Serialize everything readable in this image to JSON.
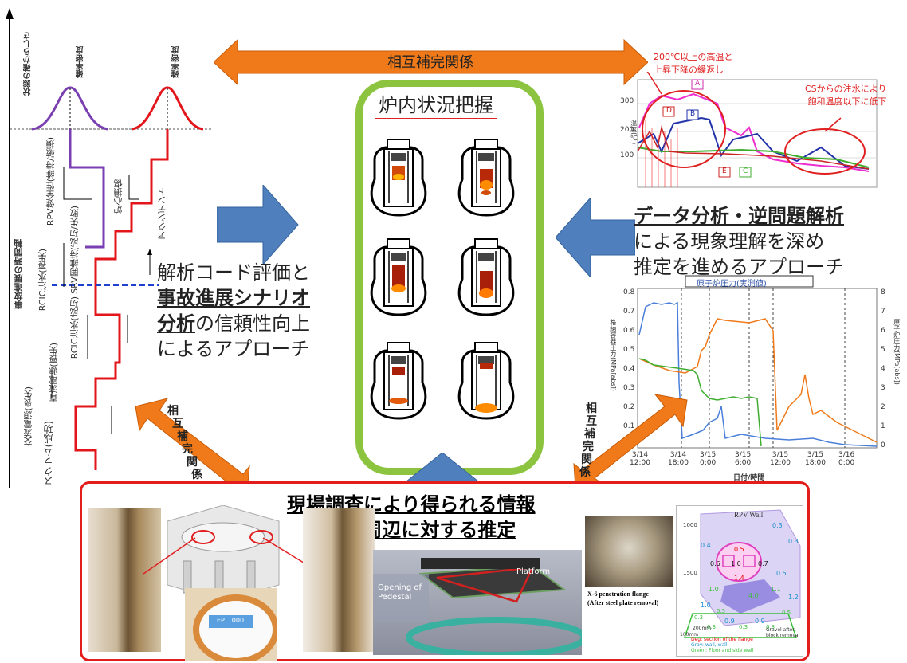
{
  "title_center": "炉内状況把握",
  "arrow_top_label": "相互補完関係",
  "arrow_left_label": [
    "相",
    "互",
    "補",
    "完",
    "関",
    "係"
  ],
  "arrow_right_label": [
    "相",
    "互",
    "補",
    "完",
    "関",
    "係"
  ],
  "left_text": {
    "line1": "解析コード評価と",
    "line2": "事故進展シナリオ",
    "line3_bold": "分析",
    "line3_rest": "の信頼性向上",
    "line4": "によるアプローチ"
  },
  "right_text": {
    "line1": "データ分析・逆問題解析",
    "line2": "による現象理解を深め",
    "line3": "推定を進めるアプローチ"
  },
  "bottom_title": {
    "line1": "現場調査により得られる情報",
    "line2": "とその周辺に対する推定"
  },
  "timeline": {
    "axis_label": "事故進展の時間軸",
    "y_label": "状態の確からしさ",
    "peak1_label": "確率密度",
    "peak2_label": "確率密度",
    "stages": [
      "RPV健全性(維持/破損)",
      "炉心損傷",
      "アクシデント",
      "SRV開維持(成功/失敗)",
      "RCIC注水(喪失)",
      "RCIC注水(成功)",
      "直流電源(喪失)",
      "交流電源(喪失)",
      "スクラム(成功)"
    ]
  },
  "chart_top": {
    "annotation1_l1": "200℃以上の高温と",
    "annotation1_l2": "上昇下降の繰返し",
    "annotation2_l1": "CSからの注水により",
    "annotation2_l2": "飽和温度以下に低下",
    "y_ticks": [
      "300",
      "200",
      "100"
    ],
    "ylabel": "温度(℃)",
    "labels": [
      "A",
      "B",
      "C",
      "D",
      "E"
    ]
  },
  "chart_bottom": {
    "legend": "原子炉圧力(実測値)",
    "y_left_ticks": [
      "0.8",
      "0.7",
      "0.6",
      "0.5",
      "0.4",
      "0.3",
      "0.2",
      "0.1",
      "0"
    ],
    "y_right_ticks": [
      "8",
      "7",
      "6",
      "5",
      "4",
      "3",
      "2",
      "1",
      "0"
    ],
    "ylabel_left": "格納容器圧力(MPa[abs])",
    "ylabel_right": "原子炉圧力(MPa[abs])",
    "x_ticks": [
      "3/14\n12:00",
      "3/14\n18:00",
      "3/15\n0:00",
      "3/15\n6:00",
      "3/15\n12:00",
      "3/15\n18:00",
      "3/16\n0:00"
    ],
    "xlabel": "日付/時間"
  },
  "photos": {
    "pedestal_opening": "Opening of Pedestal",
    "platform": "Platform",
    "flange_caption_l1": "X-6 penetration flange",
    "flange_caption_l2": "(After steel plate removal)",
    "rpv_wall": "RPV Wall",
    "gauge_label": "EP. 1000",
    "dim1": "1000",
    "dim2": "1500",
    "dim3": "200mm",
    "dim4": "100mm",
    "gravel": "Gravel after block removal",
    "legend1": "Deg: section of the flange",
    "legend2": "Gray: wall, wall",
    "legend3": "Green: Floor and side wall",
    "readings": [
      "0.5",
      "0.6",
      "1.0",
      "0.7",
      "1.4",
      "0.3",
      "0.3",
      "0.4",
      "0.9",
      "0.5",
      "1.2",
      "1.0",
      "0.9",
      "4.0",
      "1.1",
      "1.0",
      "0.3",
      "0.3",
      "0.3",
      "0.3",
      "0.5",
      "0.5"
    ]
  }
}
